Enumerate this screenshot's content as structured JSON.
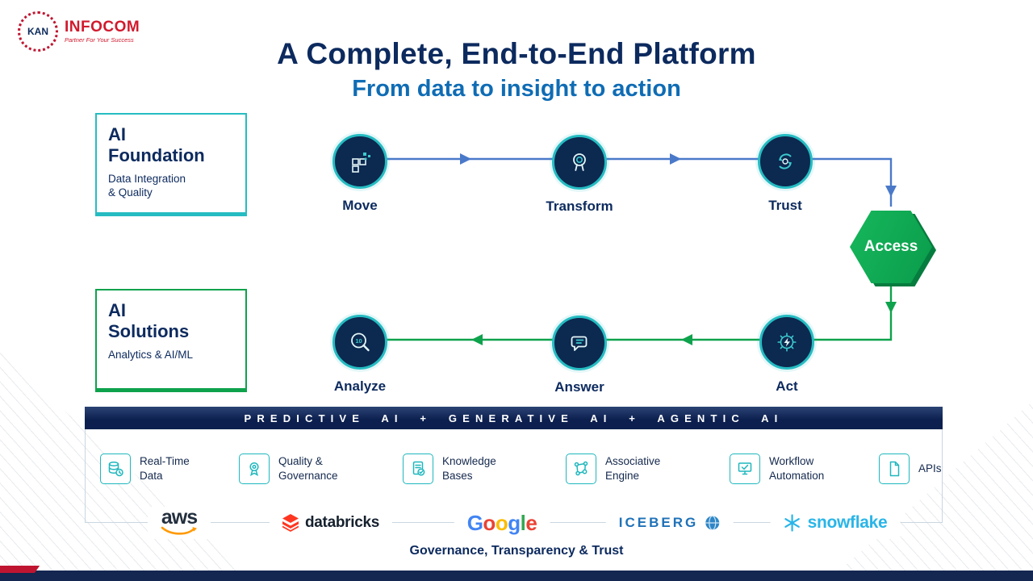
{
  "colors": {
    "navy": "#0c2a5e",
    "teal": "#25bcc2",
    "blue": "#4a79c9",
    "green": "#0ea24c",
    "red": "#c01530",
    "banner": "#0c1f4e"
  },
  "logo": {
    "circle_text": "KAN",
    "name": "INFOCOM",
    "tagline": "Partner For Your Success"
  },
  "header": {
    "title": "A Complete, End-to-End Platform",
    "subtitle": "From data to insight to action"
  },
  "foundation_box": {
    "line1": "AI",
    "line2": "Foundation",
    "sub1": "Data Integration",
    "sub2": "& Quality"
  },
  "solutions_box": {
    "line1": "AI",
    "line2": "Solutions",
    "sub1": "Analytics & AI/ML"
  },
  "top_flow": {
    "steps": [
      {
        "label": "Move"
      },
      {
        "label": "Transform"
      },
      {
        "label": "Trust"
      }
    ]
  },
  "access_hex": {
    "label": "Access"
  },
  "bottom_flow": {
    "steps": [
      {
        "label": "Analyze",
        "icon_text": "10"
      },
      {
        "label": "Answer"
      },
      {
        "label": "Act"
      }
    ]
  },
  "banner": {
    "text": "PREDICTIVE AI + GENERATIVE AI + AGENTIC AI"
  },
  "capabilities": [
    {
      "line1": "Real-Time",
      "line2": "Data"
    },
    {
      "line1": "Quality &",
      "line2": "Governance"
    },
    {
      "line1": "Knowledge",
      "line2": "Bases"
    },
    {
      "line1": "Associative",
      "line2": "Engine"
    },
    {
      "line1": "Workflow",
      "line2": "Automation"
    },
    {
      "line1": "APIs",
      "line2": ""
    }
  ],
  "partners": [
    {
      "name": "aws"
    },
    {
      "name": "databricks"
    },
    {
      "name": "Google",
      "letters": [
        {
          "ch": "G",
          "color": "#4285F4"
        },
        {
          "ch": "o",
          "color": "#EA4335"
        },
        {
          "ch": "o",
          "color": "#FBBC05"
        },
        {
          "ch": "g",
          "color": "#4285F4"
        },
        {
          "ch": "l",
          "color": "#34A853"
        },
        {
          "ch": "e",
          "color": "#EA4335"
        }
      ]
    },
    {
      "name": "ICEBERG"
    },
    {
      "name": "snowflake"
    }
  ],
  "footer": {
    "caption": "Governance, Transparency & Trust"
  }
}
